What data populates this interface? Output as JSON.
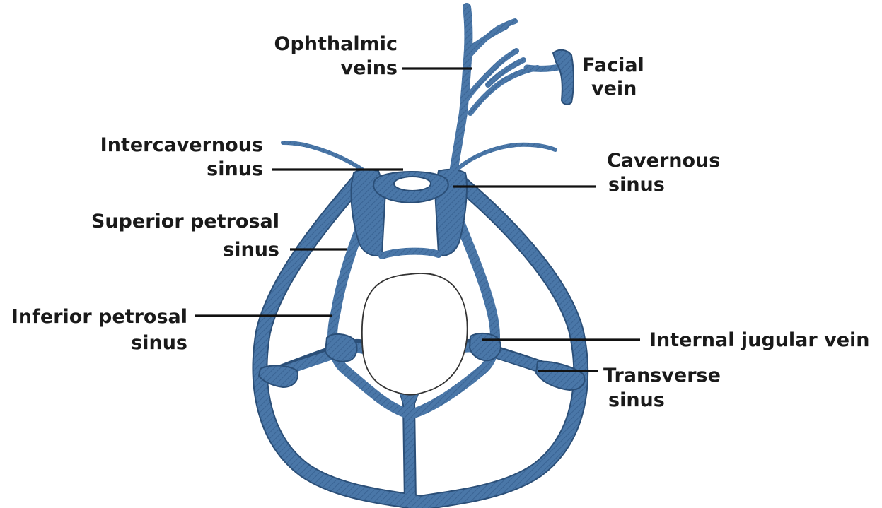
{
  "colors": {
    "vessel": "#4a77a8",
    "vessel_dark": "#2b4f78",
    "label": "#1a1a1a",
    "background": "#ffffff",
    "sella_outline": "#333333"
  },
  "labels": {
    "ophthalmic_line1": "Ophthalmic",
    "ophthalmic_line2": "veins",
    "facial_line1": "Facial",
    "facial_line2": "vein",
    "intercavernous_line1": "Intercavernous",
    "intercavernous_line2": "sinus",
    "cavernous_line1": "Cavernous",
    "cavernous_line2": "sinus",
    "superior_petrosal_line1": "Superior petrosal",
    "superior_petrosal_line2": "sinus",
    "inferior_petrosal_line1": "Inferior petrosal",
    "inferior_petrosal_line2": "sinus",
    "internal_jugular": "Internal jugular vein",
    "transverse_line1": "Transverse",
    "transverse_line2": "sinus"
  }
}
